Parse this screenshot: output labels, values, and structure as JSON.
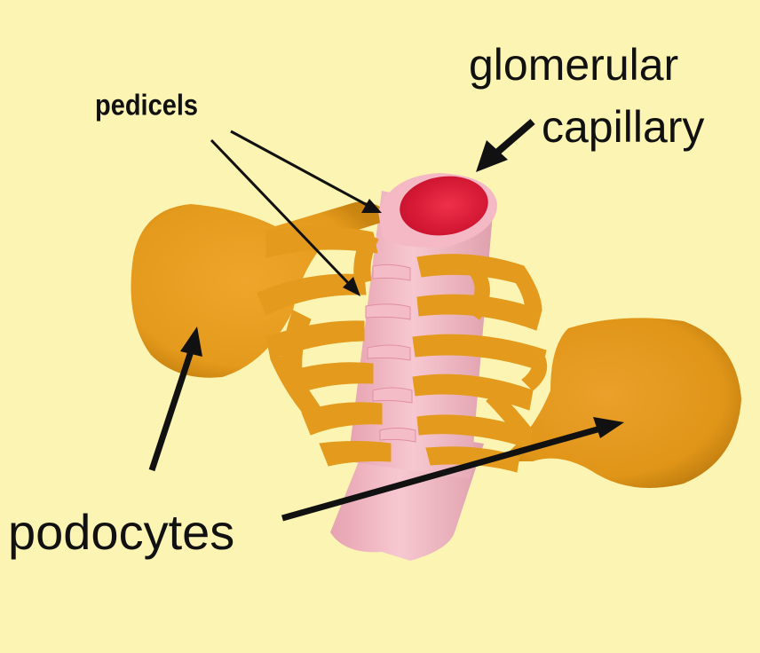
{
  "labels": {
    "glomerular_capillary_line1": "glomerular",
    "glomerular_capillary_line2": "capillary",
    "pedicels": "pedicels",
    "podocytes": "podocytes"
  },
  "colors": {
    "background": "#fbf4b2",
    "podocyte": "#e49a1c",
    "podocyte_shadow": "#c97f10",
    "capillary_wall": "#f2b6c2",
    "capillary_lumen": "#e8203a",
    "arrow": "#111111"
  }
}
